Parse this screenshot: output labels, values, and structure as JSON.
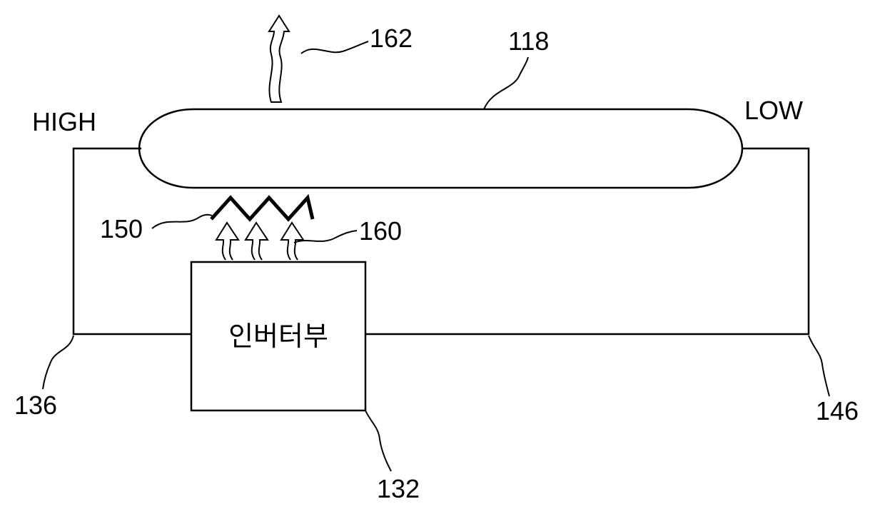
{
  "labels": {
    "high": "HIGH",
    "low": "LOW",
    "ref_118": "118",
    "ref_162": "162",
    "ref_150": "150",
    "ref_160": "160",
    "ref_136": "136",
    "ref_146": "146",
    "ref_132": "132"
  },
  "inverter_box": {
    "label": "인버터부"
  },
  "colors": {
    "stroke": "#000000",
    "background": "#ffffff"
  }
}
